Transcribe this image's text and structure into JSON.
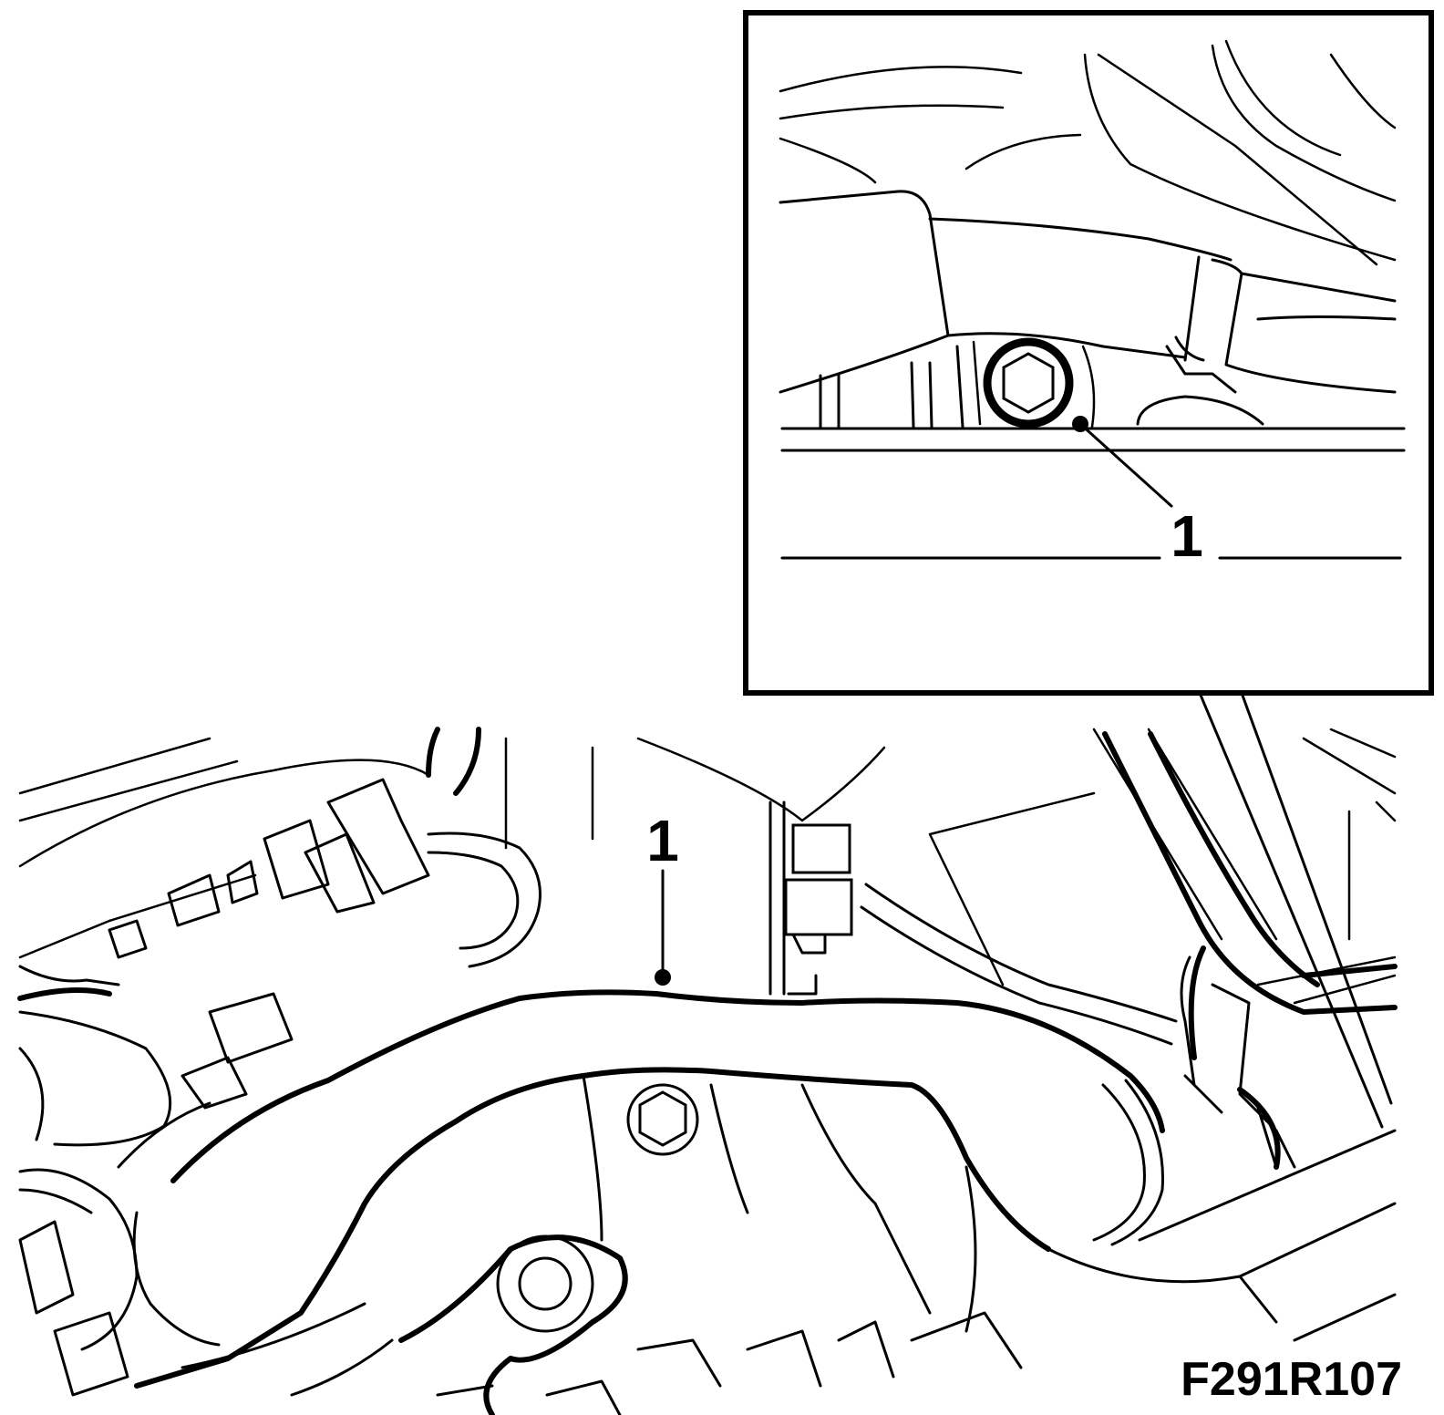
{
  "callouts": [
    {
      "label": "1"
    },
    {
      "label": "1"
    }
  ],
  "figure_id": "F291R107"
}
